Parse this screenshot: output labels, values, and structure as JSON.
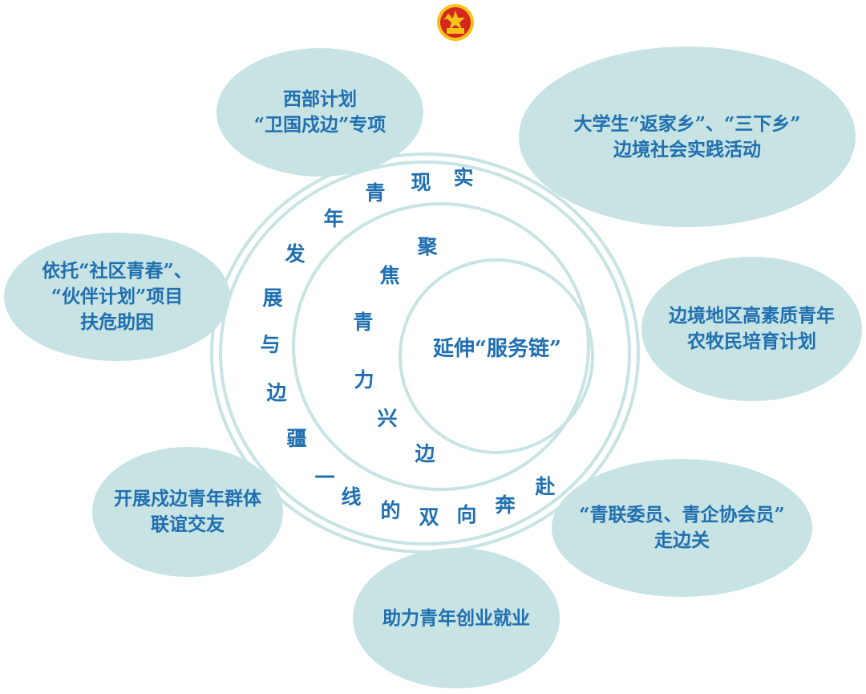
{
  "center": {
    "label": "延伸“服务链”"
  },
  "outer_ring": {
    "chars": [
      "实",
      "现",
      "青",
      "年",
      "发",
      "展",
      "与",
      "边",
      "疆",
      "一",
      "线",
      "的",
      "双",
      "向",
      "奔",
      "赴"
    ]
  },
  "inner_ring": {
    "chars": [
      "聚",
      "焦",
      "青",
      "力",
      "兴",
      "边"
    ]
  },
  "ellipses": [
    {
      "lines": [
        "西部计划",
        "“卫国戍边”专项"
      ]
    },
    {
      "lines": [
        "大学生“返家乡”、“三下乡”",
        "边境社会实践活动"
      ]
    },
    {
      "lines": [
        "依托“社区青春”、",
        "“伙伴计划”项目",
        "扶危助困"
      ]
    },
    {
      "lines": [
        "边境地区高素质青年",
        "农牧民培育计划"
      ]
    },
    {
      "lines": [
        "开展戍边青年群体",
        "联谊交友"
      ]
    },
    {
      "lines": [
        "“青联委员、青企协会员”",
        "走边关"
      ]
    },
    {
      "lines": [
        "助力青年创业就业"
      ]
    }
  ],
  "colors": {
    "ellipse_fill": "#c7e3e3",
    "text": "#1f6fb1",
    "emblem_red": "#d7261e",
    "emblem_gold": "#f3c318"
  }
}
